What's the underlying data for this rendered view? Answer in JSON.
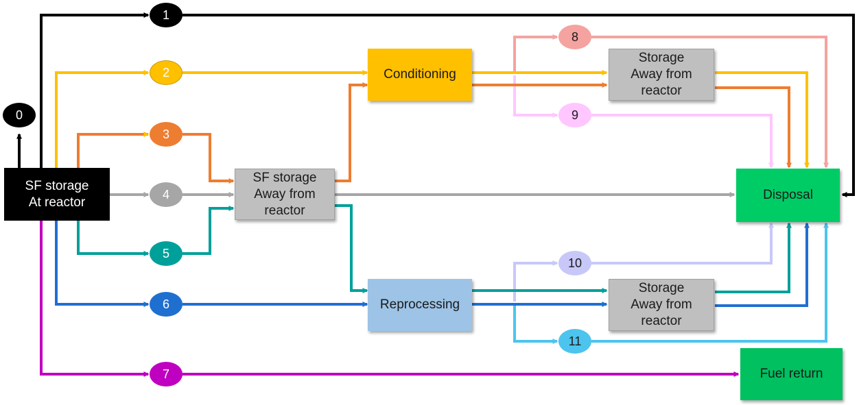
{
  "boxes": {
    "sf_at_reactor": "SF storage\nAt reactor",
    "sf_away": "SF storage\nAway from\nreactor",
    "conditioning": "Conditioning",
    "storage_top": "Storage\nAway from\nreactor",
    "reprocessing": "Reprocessing",
    "storage_bottom": "Storage\nAway from\nreactor",
    "disposal": "Disposal",
    "fuel_return": "Fuel return"
  },
  "nodes": {
    "n0": "0",
    "n1": "1",
    "n2": "2",
    "n3": "3",
    "n4": "4",
    "n5": "5",
    "n6": "6",
    "n7": "7",
    "n8": "8",
    "n9": "9",
    "n10": "10",
    "n11": "11"
  },
  "colors": {
    "path0": "#000000",
    "path1": "#000000",
    "path2": "#ffc000",
    "path3": "#ed7d31",
    "path4": "#a6a6a6",
    "path5": "#00a09a",
    "path6": "#1f6fd1",
    "path7": "#c000c0",
    "path8": "#f4a3a0",
    "path9": "#ffc6ff",
    "path10": "#c8c8f8",
    "path11": "#4cc4ee",
    "conditioning_fill": "#ffc000",
    "reprocessing_fill": "#9dc3e6",
    "storage_fill": "#bfbfbf",
    "disposal_fill": "#00cc66",
    "fuel_return_fill": "#00c060"
  }
}
